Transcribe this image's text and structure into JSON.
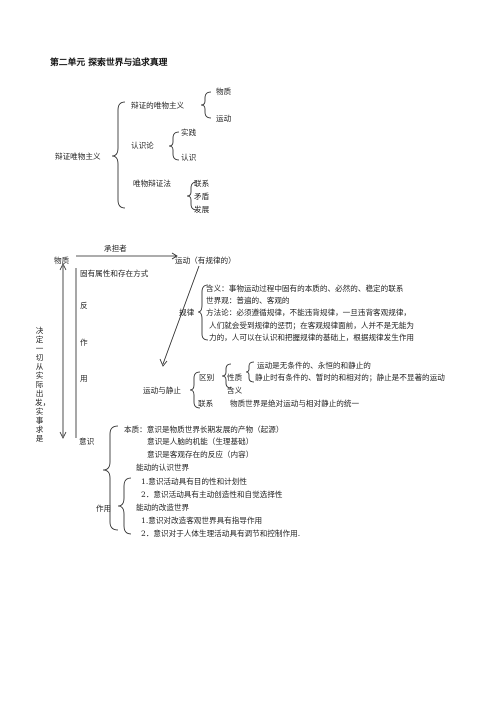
{
  "title": "第二单元 探索世界与追求真理",
  "part1": {
    "root": "辩证唯物主义",
    "materialism": {
      "label": "辩证的唯物主义",
      "items": [
        "物质",
        "运动"
      ]
    },
    "epistemology": {
      "label": "认识论",
      "items": [
        "实践",
        "认识"
      ]
    },
    "dialectics": {
      "label": "唯物辩证法",
      "items": [
        "联系",
        "矛盾",
        "发展"
      ]
    }
  },
  "part2": {
    "bears": "承担者",
    "matter": "物质",
    "motion": "运动（有规律的）",
    "inherent": "固有属性和存在方式",
    "react_chars": [
      "反",
      "作",
      "用"
    ],
    "decides": "决　定　一切从实际出发，实事求是",
    "law": {
      "label": "规律",
      "meaning": "含义：事物运动过程中固有的本质的、必然的、稳定的联系",
      "view": "世界观：普遍的、客观的",
      "method1": "方法论：必须遵循规律，不能违背规律，一旦违背客观规律，",
      "method2": "人们就会受到规律的惩罚；在客观规律面前，人并不是无能为",
      "method3": "力的，人可以在认识和把握规律的基础上，根据规律发生作用"
    },
    "motion_rest": {
      "label": "运动与静止",
      "diff": "区别",
      "nature": "性质",
      "nature1": "运动是无条件的、永恒的和静止的",
      "nature2": "静止时有条件的、暂时的和相对的；静止是不显著的运动",
      "meaning": "含义",
      "link": "联系",
      "link_text": "物质世界是绝对运动与相对静止的统一"
    },
    "consciousness": {
      "label": "意识",
      "essence1": "本质：意识是物质世界长期发展的产物（起源）",
      "essence2": "意识是人脑的机能（生理基础）",
      "essence3": "意识是客观存在的反应（内容）",
      "role": "作用",
      "cog": "能动的认识世界",
      "cog1": "1.意识活动具有目的性和计划性",
      "cog2": "2．意识活动具有主动创造性和自觉选择性",
      "trans": "能动的改造世界",
      "trans1": "1.意识对改造客观世界具有指导作用",
      "trans2": "2．意识对于人体生理活动具有调节和控制作用."
    }
  }
}
